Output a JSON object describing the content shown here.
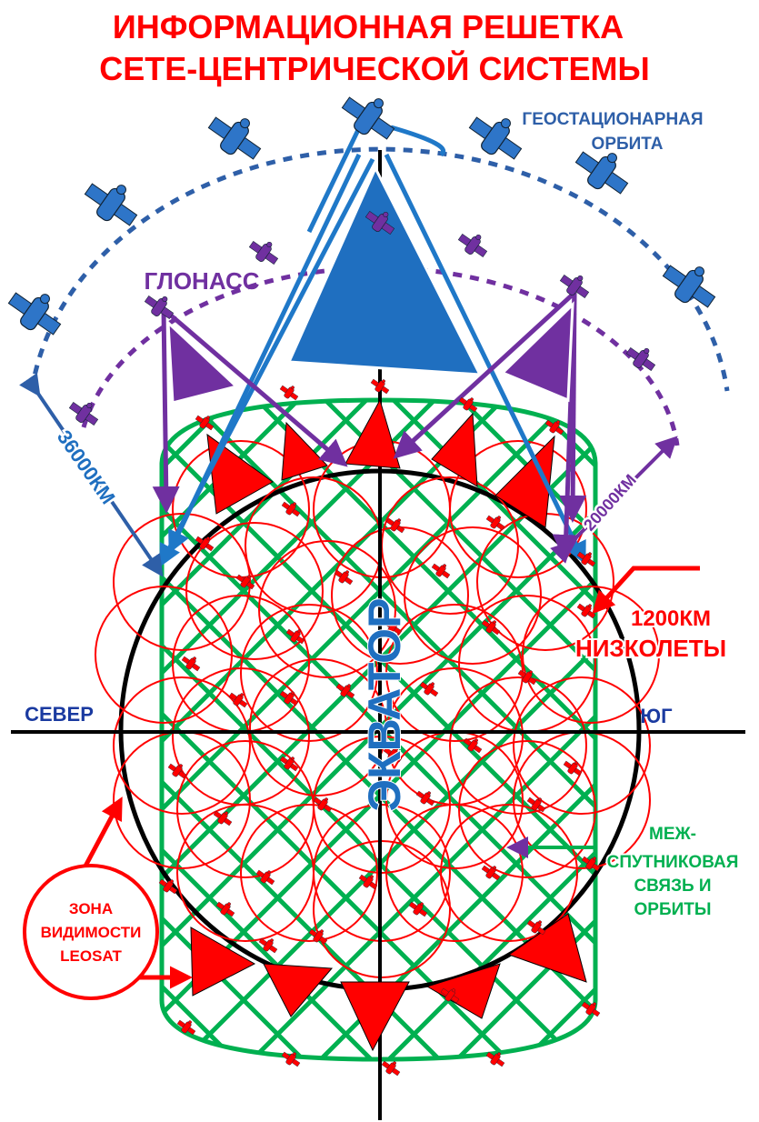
{
  "title": {
    "line1": "ИНФОРМАЦИОННАЯ РЕШЕТКА",
    "line2": "СЕТЕ-ЦЕНТРИЧЕСКОЙ СИСТЕМЫ"
  },
  "labels": {
    "geo_line1": "ГЕОСТАЦИОНАРНАЯ",
    "geo_line2": "ОРБИТА",
    "glonass": "ГЛОНАСС",
    "geo_distance": "36000КМ",
    "glonass_distance": "20000КМ",
    "leo_line1": "1200КМ",
    "leo_line2": "НИЗКОЛЕТЫ",
    "north": "СЕВЕР",
    "south": "ЮГ",
    "equator": "ЭКВАТОР",
    "isl_line1": "МЕЖ-",
    "isl_line2": "СПУТНИКОВАЯ",
    "isl_line3": "СВЯЗЬ И",
    "isl_line4": "ОРБИТЫ",
    "zone_line1": "ЗОНА",
    "zone_line2": "ВИДИМОСТИ",
    "zone_line3": "LEOSAT"
  },
  "colors": {
    "title": "#ff0000",
    "geo": "#2e5fa8",
    "glonass": "#7030a0",
    "leo": "#ff0000",
    "lattice": "#00b050",
    "equator_text": "#1f6fc0",
    "axis": "#000000",
    "directions": "#1a3aa0",
    "beam": "#1f78c8"
  }
}
